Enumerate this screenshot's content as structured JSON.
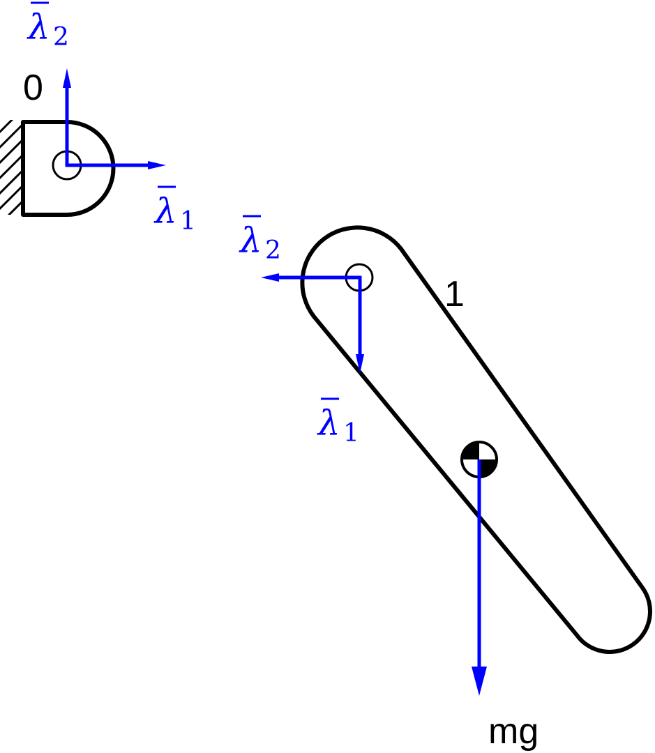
{
  "colors": {
    "vector": "#0000ff",
    "outline": "#000000",
    "background": "#ffffff"
  },
  "bodies": {
    "ground_label": "0",
    "link_label": "1"
  },
  "frame_ground": {
    "axis1_symbol": "λ",
    "axis1_index": "1",
    "axis2_symbol": "λ",
    "axis2_index": "2"
  },
  "frame_link": {
    "axis1_symbol": "λ",
    "axis1_index": "1",
    "axis2_symbol": "λ",
    "axis2_index": "2"
  },
  "force": {
    "label": "mg"
  },
  "icons": {
    "center_of_mass": "center-of-mass-icon",
    "pivot": "pivot-joint-icon",
    "ground": "ground-hatch-icon"
  }
}
